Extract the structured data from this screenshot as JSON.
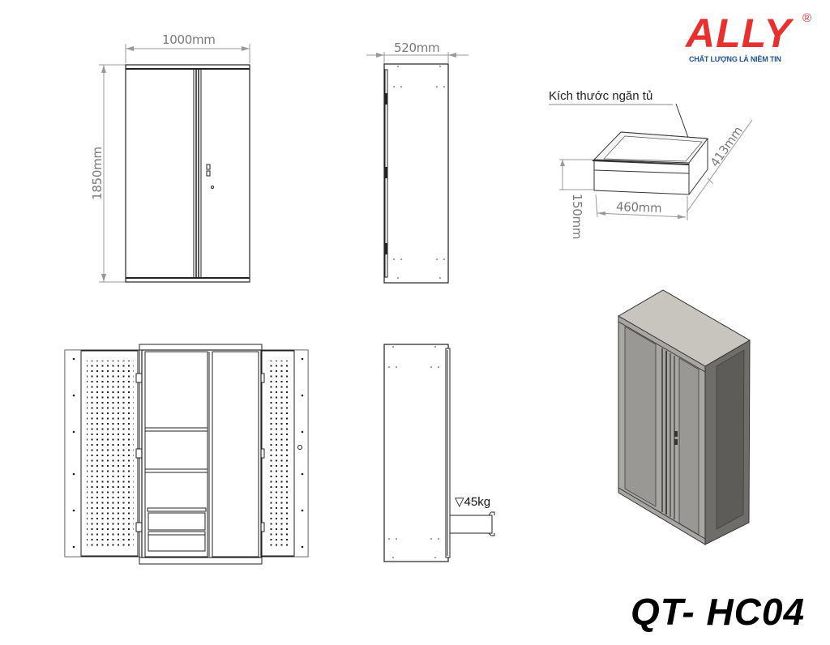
{
  "brand": {
    "name": "ALLY",
    "registered_mark": "®",
    "tagline": "CHẤT LƯỢNG LÀ NIỀM TIN",
    "colors": {
      "primary": "#e8312f",
      "tagline": "#1e50a0"
    }
  },
  "product": {
    "model": "QT- HC04"
  },
  "views": {
    "front_closed": {
      "width_label": "1000mm",
      "height_label": "1850mm"
    },
    "side_closed": {
      "depth_label": "520mm"
    },
    "drawer_detail": {
      "callout": "Kích thước ngăn tủ",
      "width_label": "460mm",
      "depth_label": "413mm",
      "height_label": "150mm"
    },
    "front_open": {
      "description": "Doors open with pegboard panels, 2 shelves, 2 drawers"
    },
    "side_open": {
      "load_label": "45kg",
      "load_symbol": "▽"
    },
    "isometric": {
      "description": "3D rendered view of cabinet",
      "colors": {
        "top": "#c8c5bf",
        "front": "#a8a6a2",
        "side": "#6f6d6a"
      }
    }
  }
}
